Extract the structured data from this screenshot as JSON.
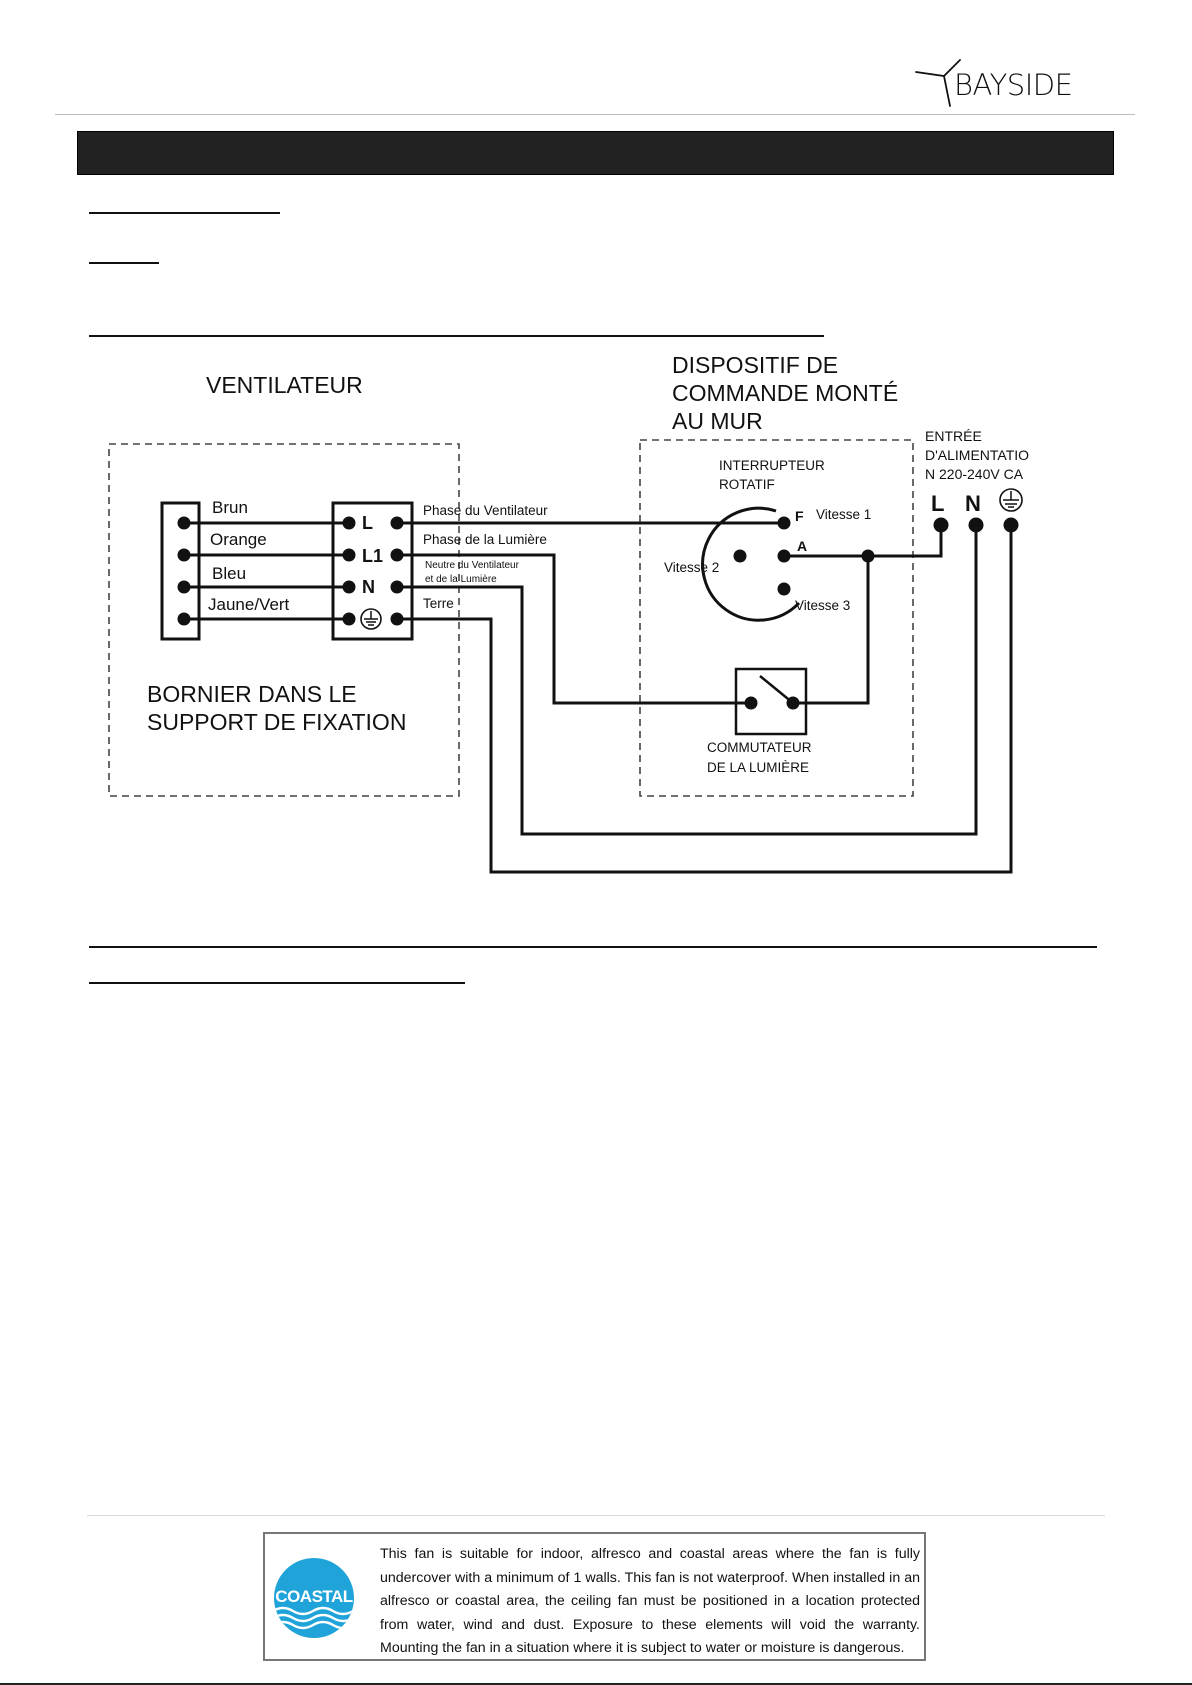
{
  "header": {
    "brand": "BAYSIDE"
  },
  "diagram": {
    "fan_title": "VENTILATEUR",
    "control_title": [
      "DISPOSITIF DE",
      "COMMANDE MONTÉ",
      "AU MUR"
    ],
    "power_input": [
      "ENTRÉE",
      "D'ALIMENTATIO",
      "N 220-240V CA"
    ],
    "wire_colors": [
      "Brun",
      "Orange",
      "Bleu",
      "Jaune/Vert"
    ],
    "terminals": [
      "L",
      "L1",
      "N"
    ],
    "wire_functions": {
      "fan_phase": "Phase du Ventilateur",
      "light_phase": "Phase de la Lumière",
      "neutral_1": "Neutre du Ventilateur",
      "neutral_2": "et de la Lumière",
      "earth": "Terre"
    },
    "rotary_switch": [
      "INTERRUPTEUR",
      "ROTATIF"
    ],
    "speeds": {
      "speed1": "Vitesse 1",
      "speed2": "Vitesse 2",
      "speed3": "Vitesse 3",
      "f": "F",
      "a": "A"
    },
    "terminal_block": [
      "BORNIER DANS LE",
      "SUPPORT DE FIXATION"
    ],
    "light_switch": [
      "COMMUTATEUR",
      "DE LA LUMIÈRE"
    ],
    "supply_terminals": [
      "L",
      "N"
    ]
  },
  "footer": {
    "badge_label": "COASTAL",
    "notice": "This fan is suitable for indoor, alfresco and coastal areas where the fan is fully undercover with a minimum of 1 walls. This fan is not waterproof. When installed in an alfresco or coastal area, the ceiling fan must be positioned in a location protected from water, wind and dust. Exposure to these elements will void the warranty. Mounting the fan in a situation where it is subject to water or moisture is dangerous.",
    "colors": {
      "badge_blue": "#1fa3d8",
      "badge_wave": "#ffffff"
    }
  }
}
